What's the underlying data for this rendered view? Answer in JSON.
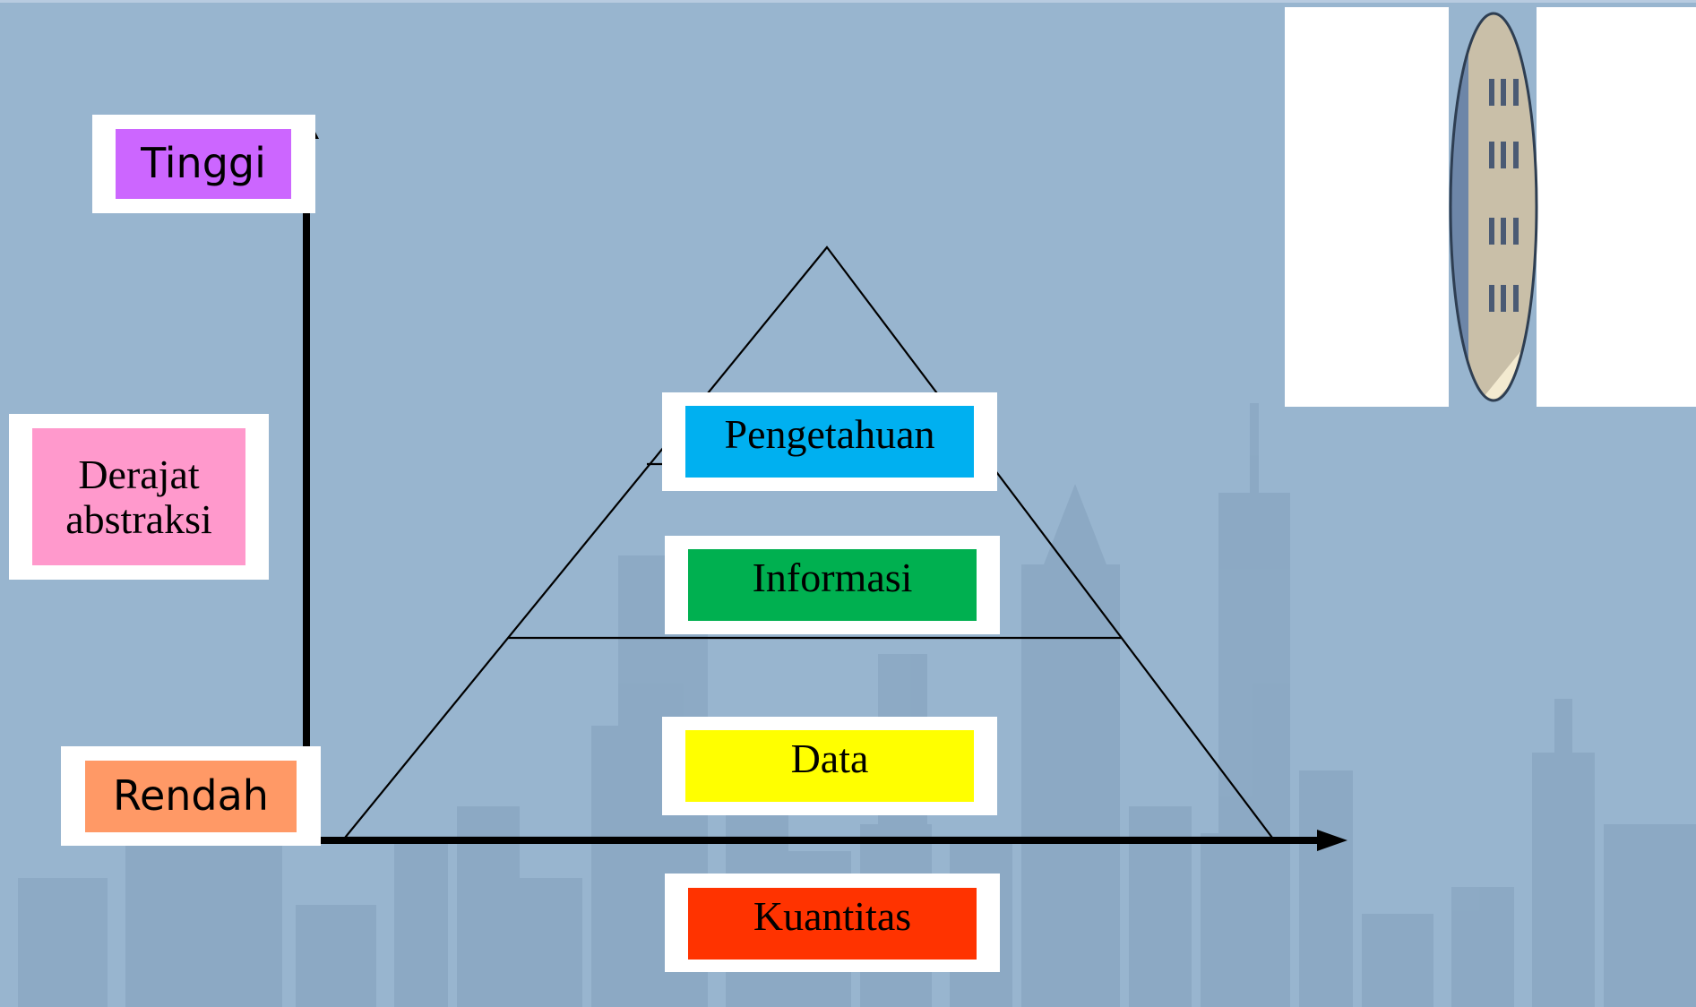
{
  "diagram": {
    "axis_labels": {
      "high": "Tinggi",
      "low": "Rendah",
      "vertical_title": [
        "Derajat",
        "abstraksi"
      ]
    },
    "pyramid_levels": [
      {
        "label": "Pengetahuan",
        "color": "#00b0f0"
      },
      {
        "label": "Informasi",
        "color": "#00b050"
      },
      {
        "label": "Data",
        "color": "#ffff00"
      }
    ],
    "horizontal_label": {
      "label": "Kuantitas",
      "color": "#ff3300"
    },
    "colors": {
      "high": "#cc66ff",
      "low": "#ff9966",
      "vertical_title": "#ff99cc",
      "background": "#98b5cf",
      "skyline": "#8aa7c2"
    }
  }
}
